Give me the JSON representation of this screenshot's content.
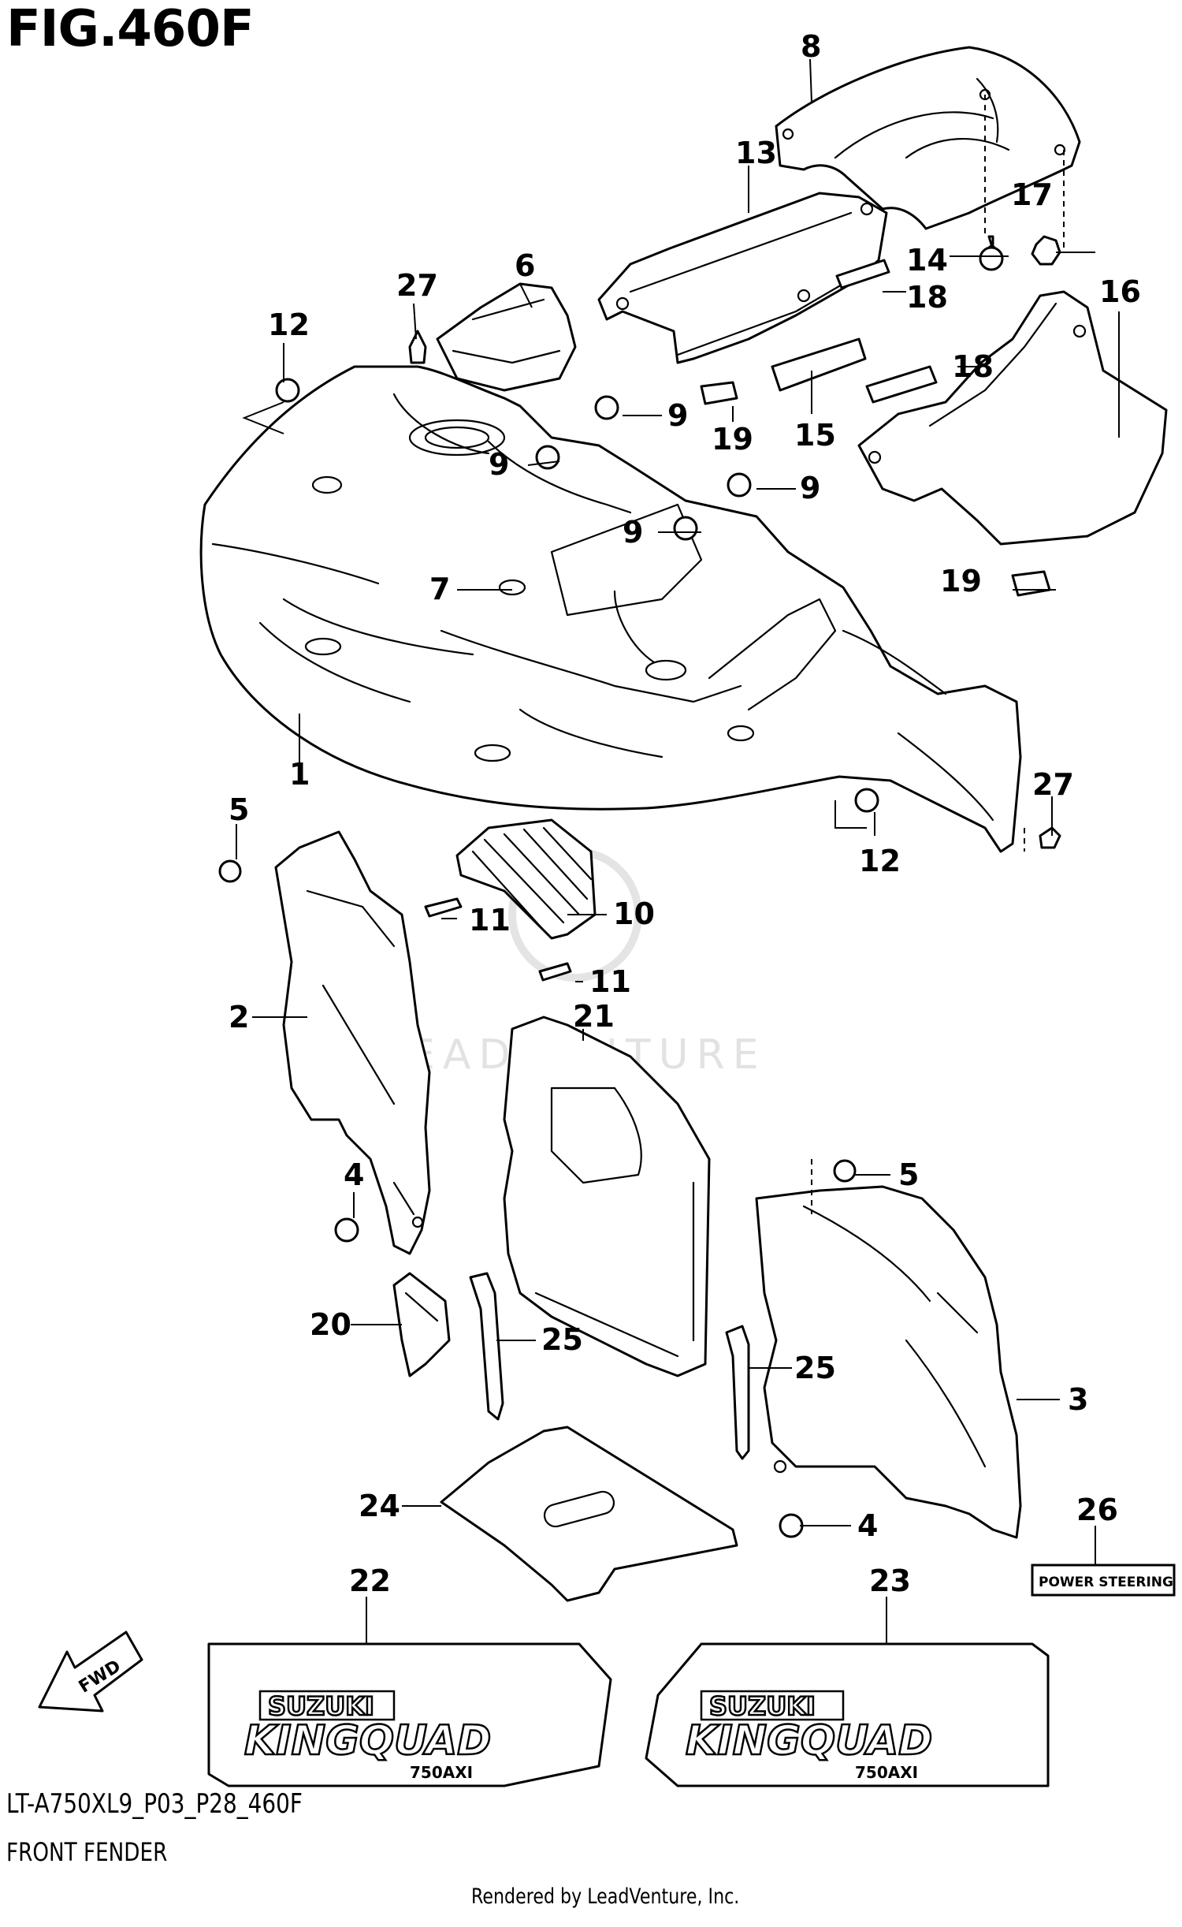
{
  "header": {
    "figure_title": "FIG.460F"
  },
  "footer": {
    "diagram_code": "LT-A750XL9_P03_P28_460F",
    "diagram_name": "FRONT FENDER",
    "rendered_by": "Rendered by LeadVenture, Inc."
  },
  "watermark": {
    "text": "LEADVENTURE"
  },
  "direction_arrow": {
    "label": "FWD"
  },
  "decals": {
    "brand": "SUZUKI",
    "model": "KINGQUAD",
    "sub": "750AXI",
    "power_steering": "POWER STEERING"
  },
  "callouts": {
    "p1": "1",
    "p2": "2",
    "p3": "3",
    "p4a": "4",
    "p4b": "4",
    "p5a": "5",
    "p5b": "5",
    "p6": "6",
    "p7": "7",
    "p8": "8",
    "p9a": "9",
    "p9b": "9",
    "p9c": "9",
    "p9d": "9",
    "p10": "10",
    "p11a": "11",
    "p11b": "11",
    "p12a": "12",
    "p12b": "12",
    "p13": "13",
    "p14": "14",
    "p15": "15",
    "p16": "16",
    "p17": "17",
    "p18a": "18",
    "p18b": "18",
    "p19a": "19",
    "p19b": "19",
    "p20": "20",
    "p21": "21",
    "p22": "22",
    "p23": "23",
    "p24": "24",
    "p25a": "25",
    "p25b": "25",
    "p26": "26",
    "p27a": "27",
    "p27b": "27"
  }
}
